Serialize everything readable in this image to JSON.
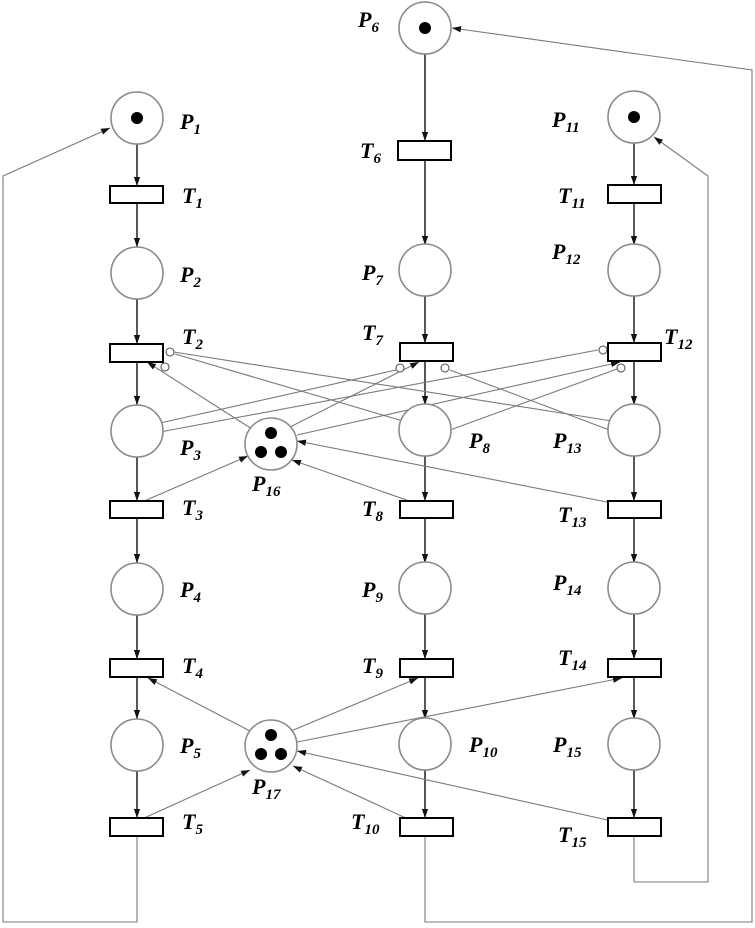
{
  "labels": {
    "P1": "1",
    "P2": "2",
    "P3": "3",
    "P4": "4",
    "P5": "5",
    "P6": "6",
    "P7": "7",
    "P8": "8",
    "P9": "9",
    "P10": "10",
    "P11": "11",
    "P12": "12",
    "P13": "13",
    "P14": "14",
    "P15": "15",
    "P16": "16",
    "P17": "17",
    "T1": "1",
    "T2": "2",
    "T3": "3",
    "T4": "4",
    "T5": "5",
    "T6": "6",
    "T7": "7",
    "T8": "8",
    "T9": "9",
    "T10": "10",
    "T11": "11",
    "T12": "12",
    "T13": "13",
    "T14": "14",
    "T15": "15"
  },
  "letters": {
    "place": "P",
    "transition": "T"
  },
  "tokens": {
    "P1": 1,
    "P6": 1,
    "P11": 1,
    "P16": 3,
    "P17": 3
  },
  "colors": {
    "place_stroke": "#8a8a8a",
    "transition_stroke": "#000000",
    "token": "#000000"
  }
}
